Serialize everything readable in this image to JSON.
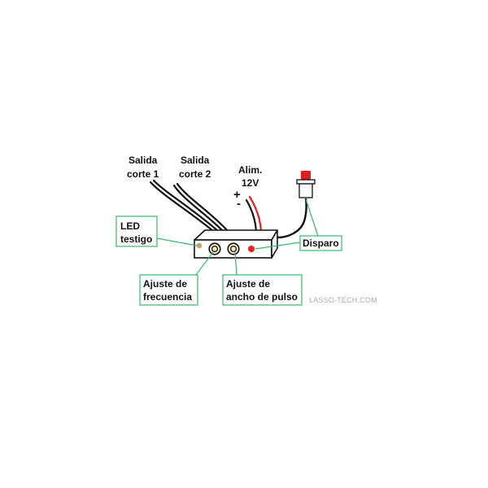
{
  "labels": {
    "salida_corte_1": {
      "line1": "Salida",
      "line2": "corte 1"
    },
    "salida_corte_2": {
      "line1": "Salida",
      "line2": "corte 2"
    },
    "alimentacion": {
      "line1": "Alim.",
      "line2": "12V"
    },
    "polarity": {
      "plus": "+",
      "minus": "-"
    },
    "led_testigo": {
      "line1": "LED",
      "line2": "testigo"
    },
    "disparo": "Disparo",
    "ajuste_frecuencia": {
      "line1": "Ajuste de",
      "line2": "frecuencia"
    },
    "ajuste_ancho_pulso": {
      "line1": "Ajuste de",
      "line2": "ancho de pulso"
    }
  },
  "watermark": "LASSO-TECH.COM",
  "colors": {
    "callout_border": "#3cb371",
    "leader_line": "#3cb371",
    "wire": "#111111",
    "power_positive_wire": "#e02020",
    "indicator_led": "#c8a070",
    "trigger_led": "#e02020",
    "knob_fill": "#f5ecc8",
    "button_cap": "#e02020"
  }
}
